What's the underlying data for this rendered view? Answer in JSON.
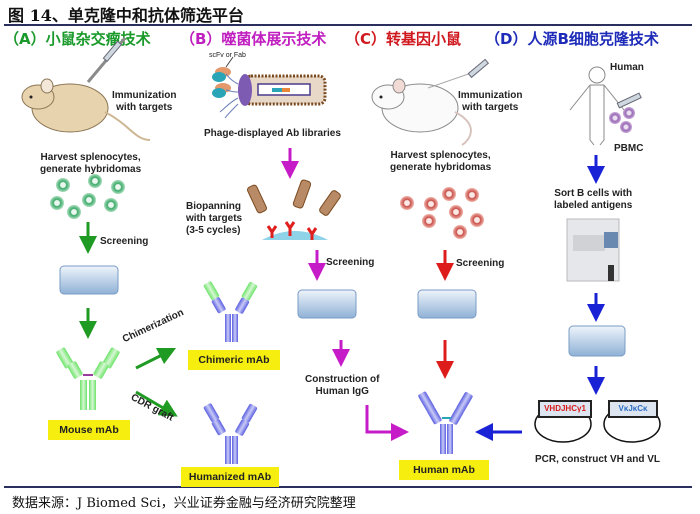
{
  "figure": {
    "title": "图 14、单克隆中和抗体筛选平台",
    "source": "数据来源：J Biomed Sci，兴业证券金融与经济研究院整理"
  },
  "sections": [
    {
      "key": "A",
      "label": "（A）小鼠杂交瘤技术",
      "color": "#1a9a2a"
    },
    {
      "key": "B",
      "label": "（B）噬菌体展示技术",
      "color": "#c01fc0"
    },
    {
      "key": "C",
      "label": "（C）转基因小鼠",
      "color": "#d0181f"
    },
    {
      "key": "D",
      "label": "（D）人源B细胞克隆技术",
      "color": "#1d2bb8"
    }
  ],
  "panel_a": {
    "immunization": "Immunization\nwith targets",
    "harvest": "Harvest splenocytes,\ngenerate hybridomas",
    "screening": "Screening",
    "chimerization": "Chimerization",
    "cdr_graft": "CDR graft",
    "mouse_mab": "Mouse mAb",
    "chimeric_mab": "Chimeric mAb",
    "humanized_mab": "Humanized mAb"
  },
  "panel_b": {
    "scfv": "scFv or Fab",
    "libraries": "Phage-displayed Ab libraries",
    "biopanning": "Biopanning\nwith targets\n(3-5 cycles)",
    "screening": "Screening",
    "construction": "Construction of\nHuman IgG"
  },
  "panel_c": {
    "immunization": "Immunization\nwith targets",
    "harvest": "Harvest splenocytes,\ngenerate hybridomas",
    "screening": "Screening",
    "human_mab": "Human mAb"
  },
  "panel_d": {
    "human": "Human",
    "pbmc": "PBMC",
    "sort": "Sort B cells with\nlabeled antigens",
    "vector_heavy": "VHDJHCγ1",
    "vector_light": "VκJκCκ",
    "pcr": "PCR, construct VH and VL"
  },
  "colors": {
    "green_arrow": "#1f9a22",
    "magenta_arrow": "#c51cc8",
    "red_arrow": "#dd1c1c",
    "blue_arrow": "#1a22d6",
    "highlight": "#f5ee0f",
    "rule": "#2b2f5e"
  }
}
